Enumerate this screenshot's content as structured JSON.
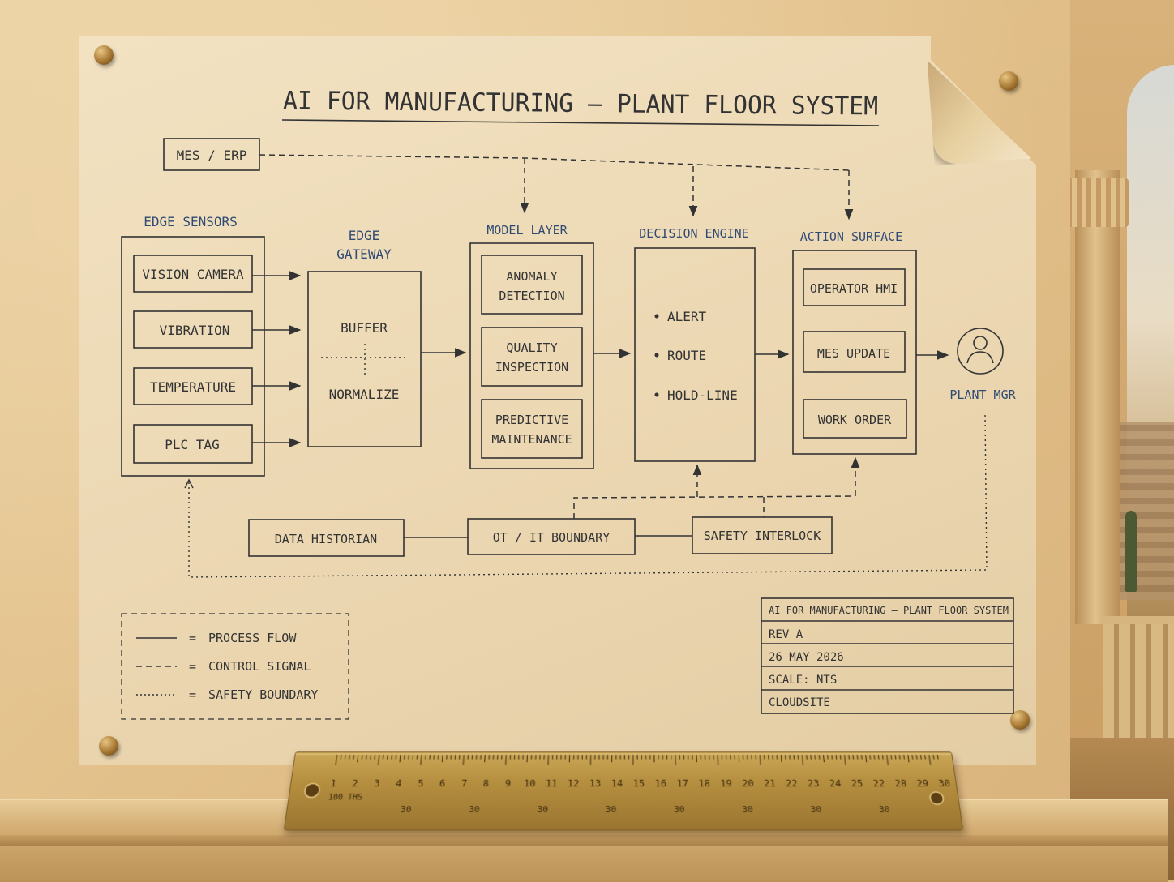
{
  "title": "AI FOR MANUFACTURING — PLANT FLOOR SYSTEM",
  "mes_erp": "MES / ERP",
  "edge_sensors": {
    "heading": "EDGE SENSORS",
    "items": [
      "VISION CAMERA",
      "VIBRATION",
      "TEMPERATURE",
      "PLC TAG"
    ]
  },
  "edge_gateway": {
    "heading_line1": "EDGE",
    "heading_line2": "GATEWAY",
    "top": "BUFFER",
    "bottom": "NORMALIZE"
  },
  "model_layer": {
    "heading": "MODEL LAYER",
    "items": [
      [
        "ANOMALY",
        "DETECTION"
      ],
      [
        "QUALITY",
        "INSPECTION"
      ],
      [
        "PREDICTIVE",
        "MAINTENANCE"
      ]
    ]
  },
  "decision_engine": {
    "heading": "DECISION ENGINE",
    "items": [
      "ALERT",
      "ROUTE",
      "HOLD-LINE"
    ]
  },
  "action_surface": {
    "heading": "ACTION SURFACE",
    "items": [
      "OPERATOR HMI",
      "MES UPDATE",
      "WORK ORDER"
    ]
  },
  "plant_mgr": "PLANT MGR",
  "bottom_row": {
    "historian": "DATA HISTORIAN",
    "boundary": "OT / IT BOUNDARY",
    "interlock": "SAFETY INTERLOCK"
  },
  "legend": {
    "equals": "=",
    "items": [
      "PROCESS FLOW",
      "CONTROL SIGNAL",
      "SAFETY BOUNDARY"
    ]
  },
  "title_block": {
    "rows": [
      "AI FOR MANUFACTURING — PLANT FLOOR SYSTEM",
      "REV A",
      "26 MAY 2026",
      "SCALE:  NTS",
      "CLOUDSITE"
    ]
  },
  "ruler": {
    "numbers": [
      "1",
      "2",
      "3",
      "4",
      "5",
      "6",
      "7",
      "8",
      "9",
      "10",
      "11",
      "12",
      "13",
      "14",
      "15",
      "16",
      "17",
      "18",
      "19",
      "20",
      "21",
      "22",
      "23",
      "24",
      "25",
      "22",
      "28",
      "29",
      "30"
    ],
    "unit_label": "100 THS",
    "bottom_marks": [
      "30",
      "30",
      "30",
      "30",
      "30",
      "30",
      "30",
      "30"
    ]
  },
  "colors": {
    "ink": "#333333",
    "heading_blue": "#2f4a73",
    "paper": "#eddab5",
    "brass": "#b58e3f"
  }
}
